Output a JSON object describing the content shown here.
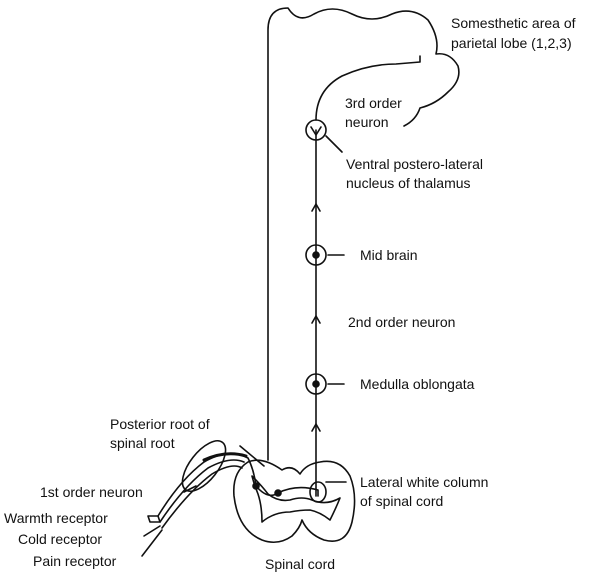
{
  "labels": {
    "somesthetic_line1": "Somesthetic area of",
    "somesthetic_line2": "parietal lobe (1,2,3)",
    "third_order_line1": "3rd order",
    "third_order_line2": "neuron",
    "thalamus_line1": "Ventral postero-lateral",
    "thalamus_line2": "nucleus of thalamus",
    "mid_brain": "Mid brain",
    "second_order": "2nd order neuron",
    "medulla": "Medulla oblongata",
    "posterior_root_line1": "Posterior root of",
    "posterior_root_line2": "spinal root",
    "first_order": "1st order neuron",
    "warmth_receptor": "Warmth receptor",
    "cold_receptor": "Cold receptor",
    "pain_receptor": "Pain receptor",
    "lateral_column_line1": "Lateral white column",
    "lateral_column_line2": "of spinal cord",
    "spinal_cord": "Spinal cord"
  },
  "colors": {
    "ink": "#111111",
    "background": "#ffffff"
  }
}
